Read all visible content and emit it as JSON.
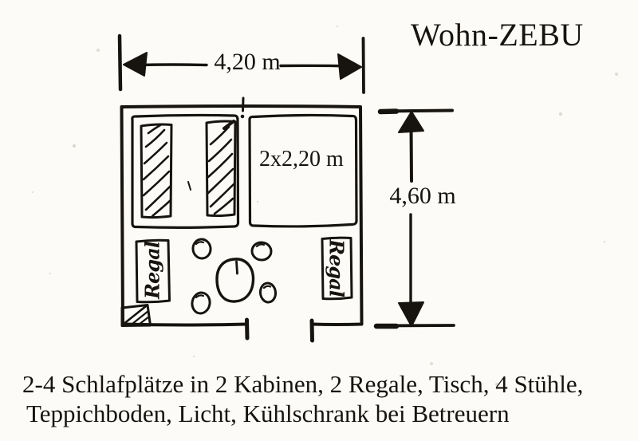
{
  "title": "Wohn-ZEBU",
  "dimensions": {
    "width_label": "4,20 m",
    "height_label": "4,60 m"
  },
  "plan": {
    "cabin_size_label": "2x2,20 m",
    "shelf_left_label": "Regal",
    "shelf_right_label": "Regal"
  },
  "caption": {
    "line1": "2-4 Schlafplätze in 2 Kabinen, 2 Regale, Tisch, 4 Stühle,",
    "line2": "Teppichboden, Licht, Kühlschrank bei Betreuern"
  },
  "colors": {
    "ink": "#17140f",
    "paper": "#fcfbf8"
  }
}
